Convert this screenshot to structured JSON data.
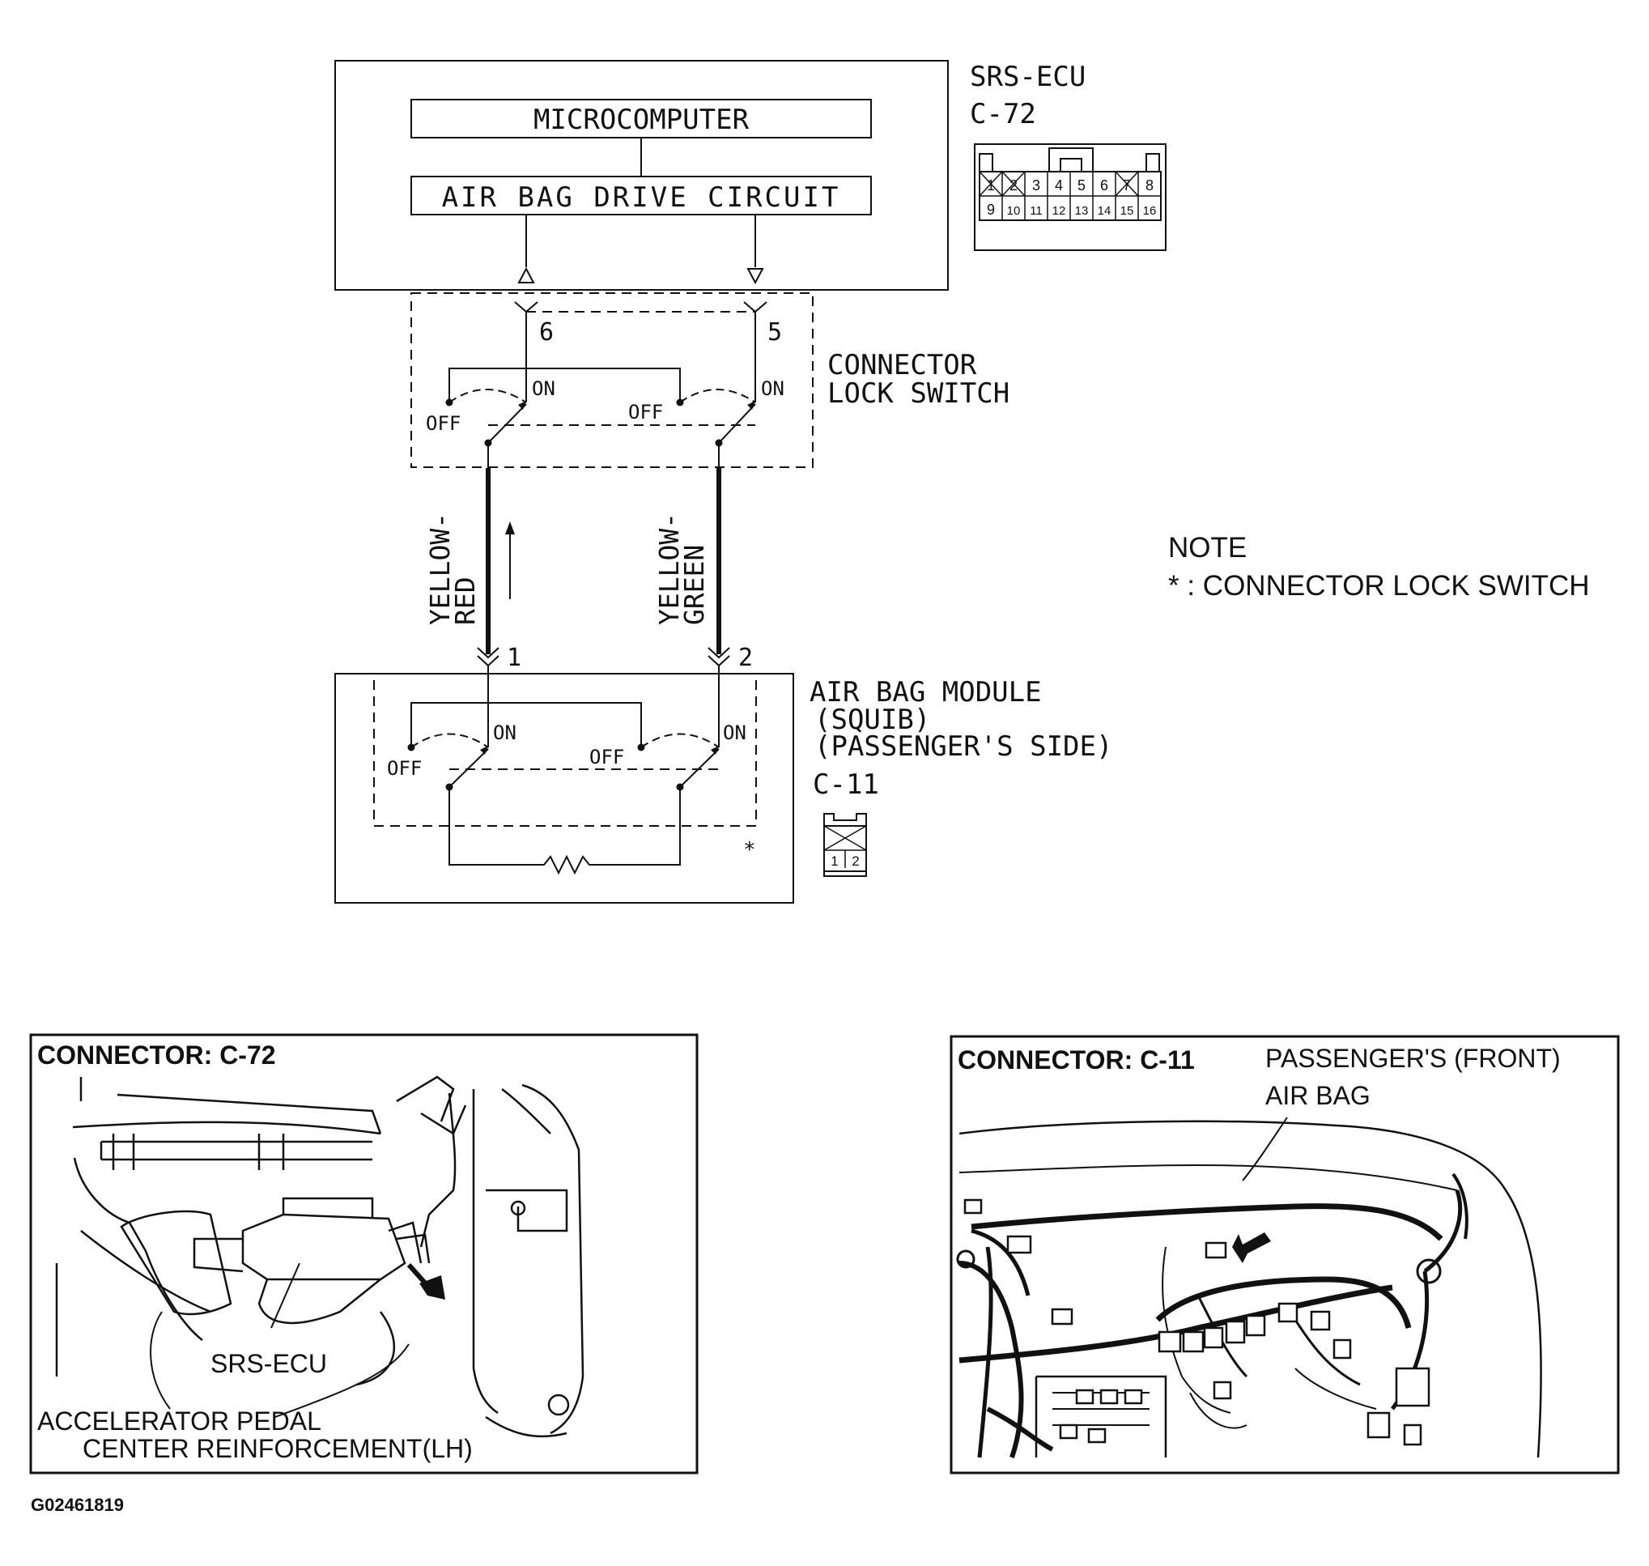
{
  "ecu": {
    "name": "SRS-ECU",
    "connector": "C-72",
    "block_top": "MICROCOMPUTER",
    "block_bottom": "AIR BAG DRIVE CIRCUIT",
    "pins_row1": [
      "1",
      "2",
      "3",
      "4",
      "5",
      "6",
      "7",
      "8"
    ],
    "pins_row2": [
      "9",
      "10",
      "11",
      "12",
      "13",
      "14",
      "15",
      "16"
    ]
  },
  "lock_switch": {
    "line1": "CONNECTOR",
    "line2": "LOCK SWITCH",
    "pin_left": "6",
    "pin_right": "5",
    "on": "ON",
    "off": "OFF"
  },
  "wires": {
    "left_line1": "YELLOW-",
    "left_line2": "RED",
    "right_line1": "YELLOW-",
    "right_line2": "GREEN"
  },
  "module": {
    "line1": "AIR BAG MODULE",
    "line2": "(SQUIB)",
    "line3": "(PASSENGER'S SIDE)",
    "connector": "C-11",
    "pin_left": "1",
    "pin_right": "2",
    "on": "ON",
    "off": "OFF",
    "asterisk": "*",
    "conn_pins": [
      "1",
      "2"
    ]
  },
  "note": {
    "title": "NOTE",
    "text": "* : CONNECTOR LOCK SWITCH"
  },
  "panel_c72": {
    "title": "CONNECTOR: C-72",
    "label_ecu": "SRS-ECU",
    "label_pedal": "ACCELERATOR PEDAL",
    "label_reinf": "CENTER REINFORCEMENT(LH)"
  },
  "panel_c11": {
    "title": "CONNECTOR: C-11",
    "label_line1": "PASSENGER'S (FRONT)",
    "label_line2": "AIR BAG"
  },
  "figure_id": "G02461819"
}
